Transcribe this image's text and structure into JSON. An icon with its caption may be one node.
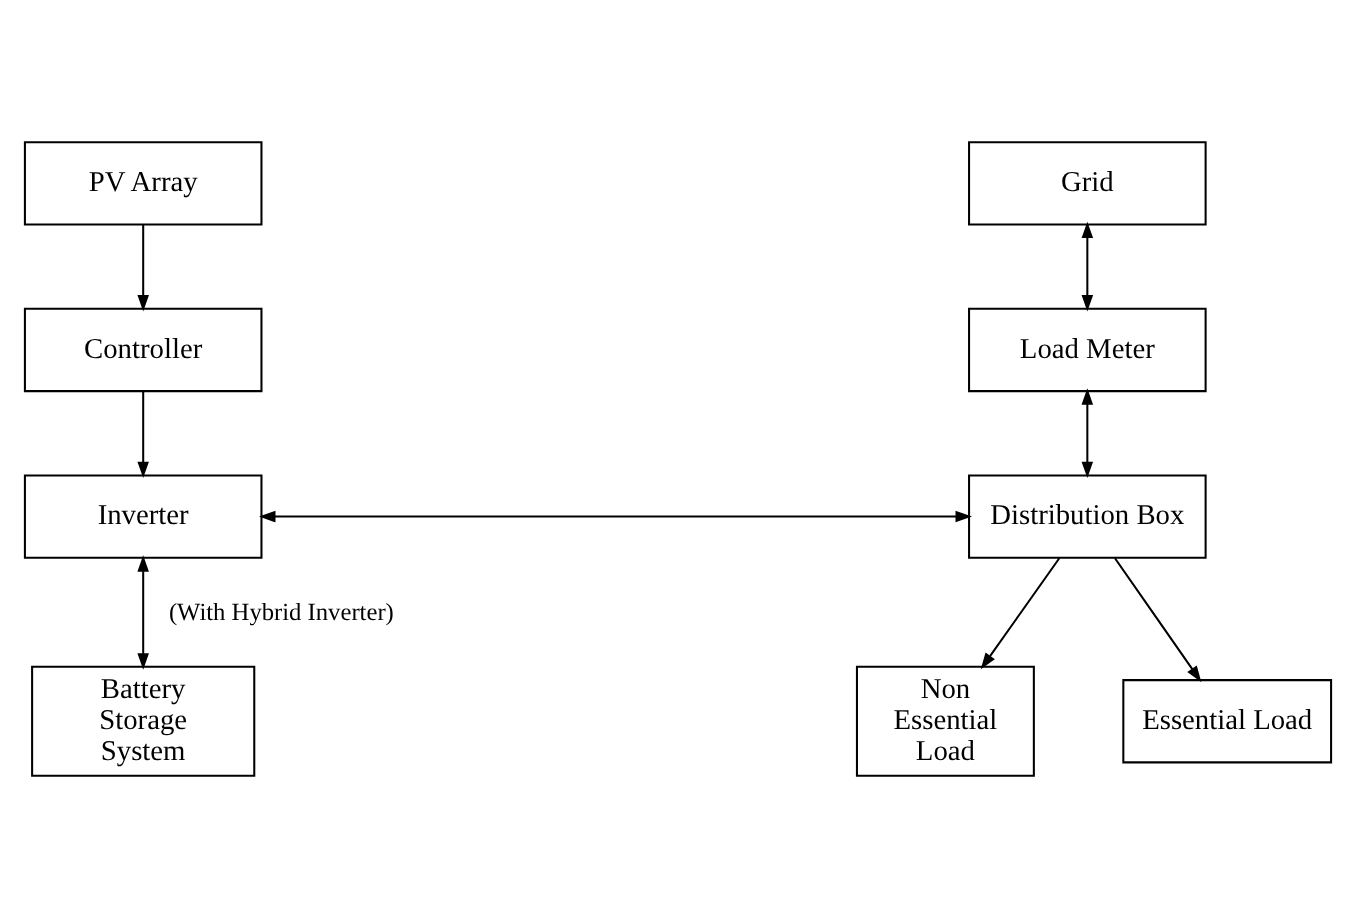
{
  "diagram": {
    "nodes": [
      {
        "text": [
          "PV Array"
        ]
      },
      {
        "text": [
          "Controller"
        ]
      },
      {
        "text": [
          "Inverter"
        ]
      },
      {
        "text": [
          "Battery Storage System"
        ]
      },
      {
        "text": [
          "Grid"
        ]
      },
      {
        "text": [
          "Load Meter"
        ]
      },
      {
        "text": [
          "Distribution Box"
        ]
      },
      {
        "text": [
          "Non Essential Load"
        ]
      },
      {
        "text": [
          "Essential Load"
        ]
      }
    ],
    "edges": [
      {
        "from": 0,
        "to": 1,
        "arrow": "to"
      },
      {
        "from": 1,
        "to": 2,
        "arrow": "to"
      },
      {
        "from": 2,
        "to": 3,
        "arrow": "both",
        "label": "(With Hybrid Inverter)"
      },
      {
        "from": 4,
        "to": 5,
        "arrow": "both"
      },
      {
        "from": 5,
        "to": 6,
        "arrow": "both"
      },
      {
        "from": 2,
        "to": 6,
        "arrow": "both"
      },
      {
        "from": 6,
        "to": 7,
        "arrow": "to"
      },
      {
        "from": 6,
        "to": 8,
        "arrow": "to"
      }
    ]
  }
}
